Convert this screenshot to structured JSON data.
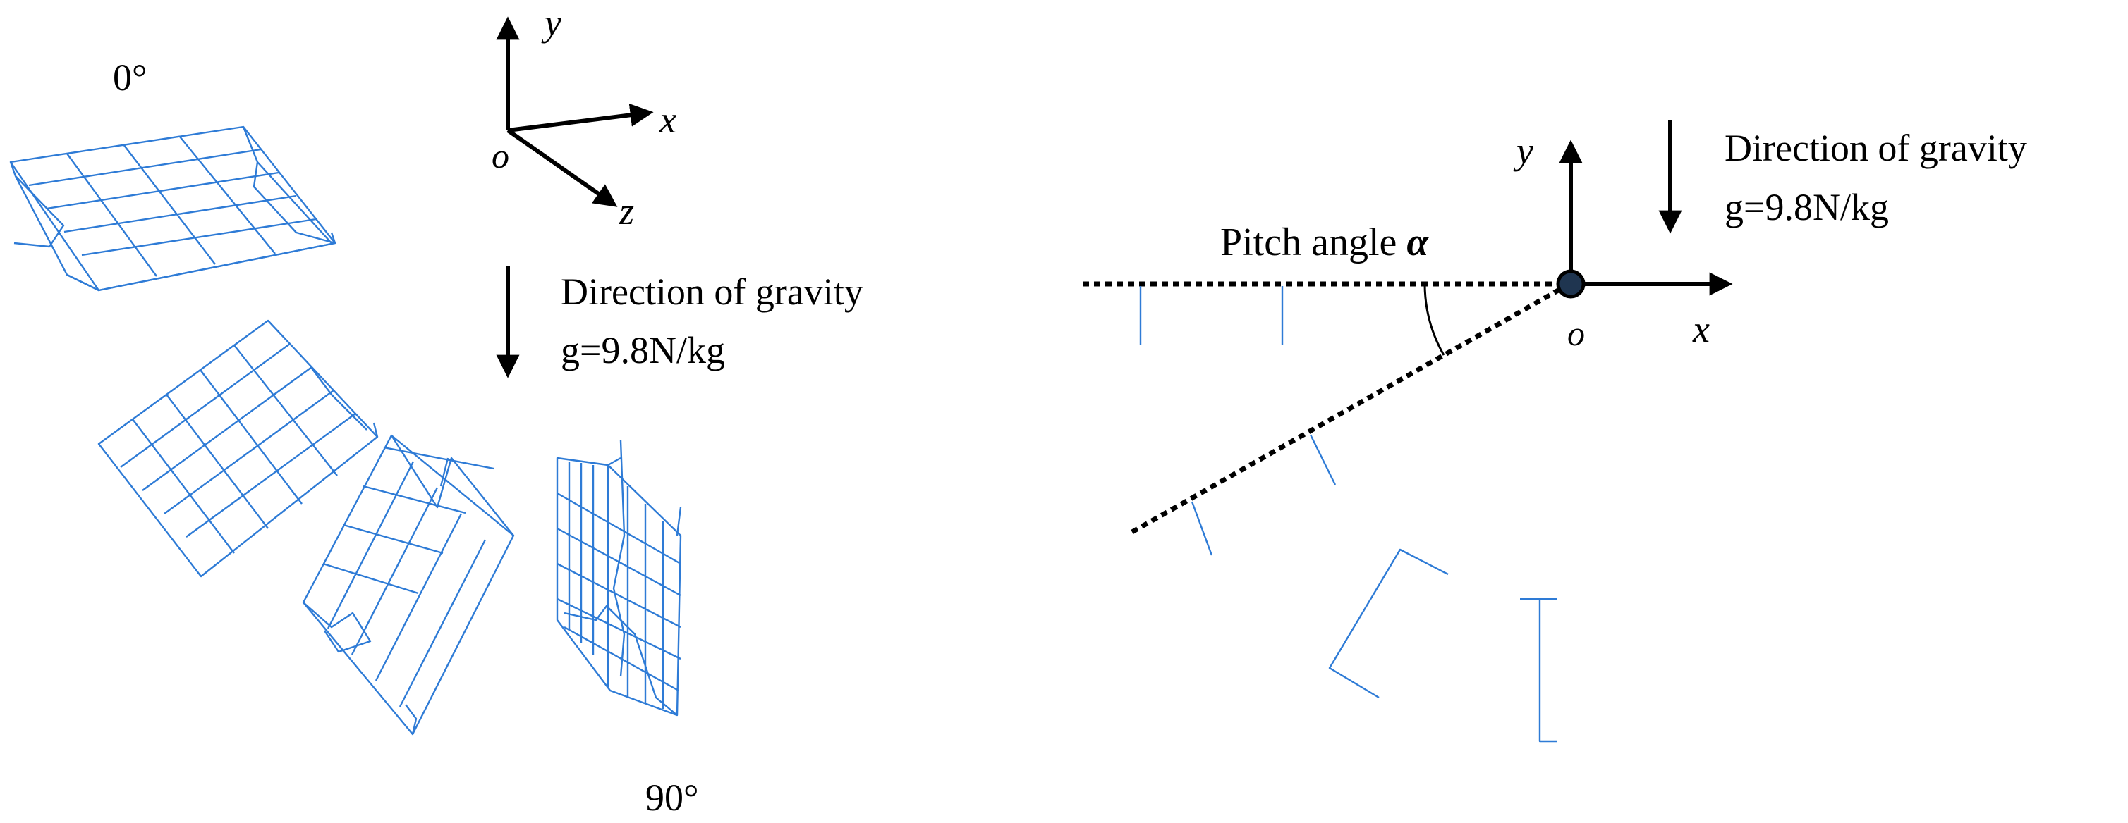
{
  "left_panel": {
    "angle_start_label": "0°",
    "angle_end_label": "90°",
    "axes": {
      "x": "x",
      "y": "y",
      "z": "z",
      "origin": "o"
    },
    "gravity": {
      "title": "Direction of gravity",
      "value": "g=9.8N/kg"
    }
  },
  "right_panel": {
    "pitch_label": "Pitch angle ",
    "pitch_symbol": "α",
    "axes": {
      "x": "x",
      "y": "y",
      "origin": "o"
    },
    "gravity": {
      "title": "Direction of gravity",
      "value": "g=9.8N/kg"
    }
  },
  "colors": {
    "mesh": "#2e7bd6",
    "axes": "#000000",
    "origin_dot": "#1f3550"
  }
}
